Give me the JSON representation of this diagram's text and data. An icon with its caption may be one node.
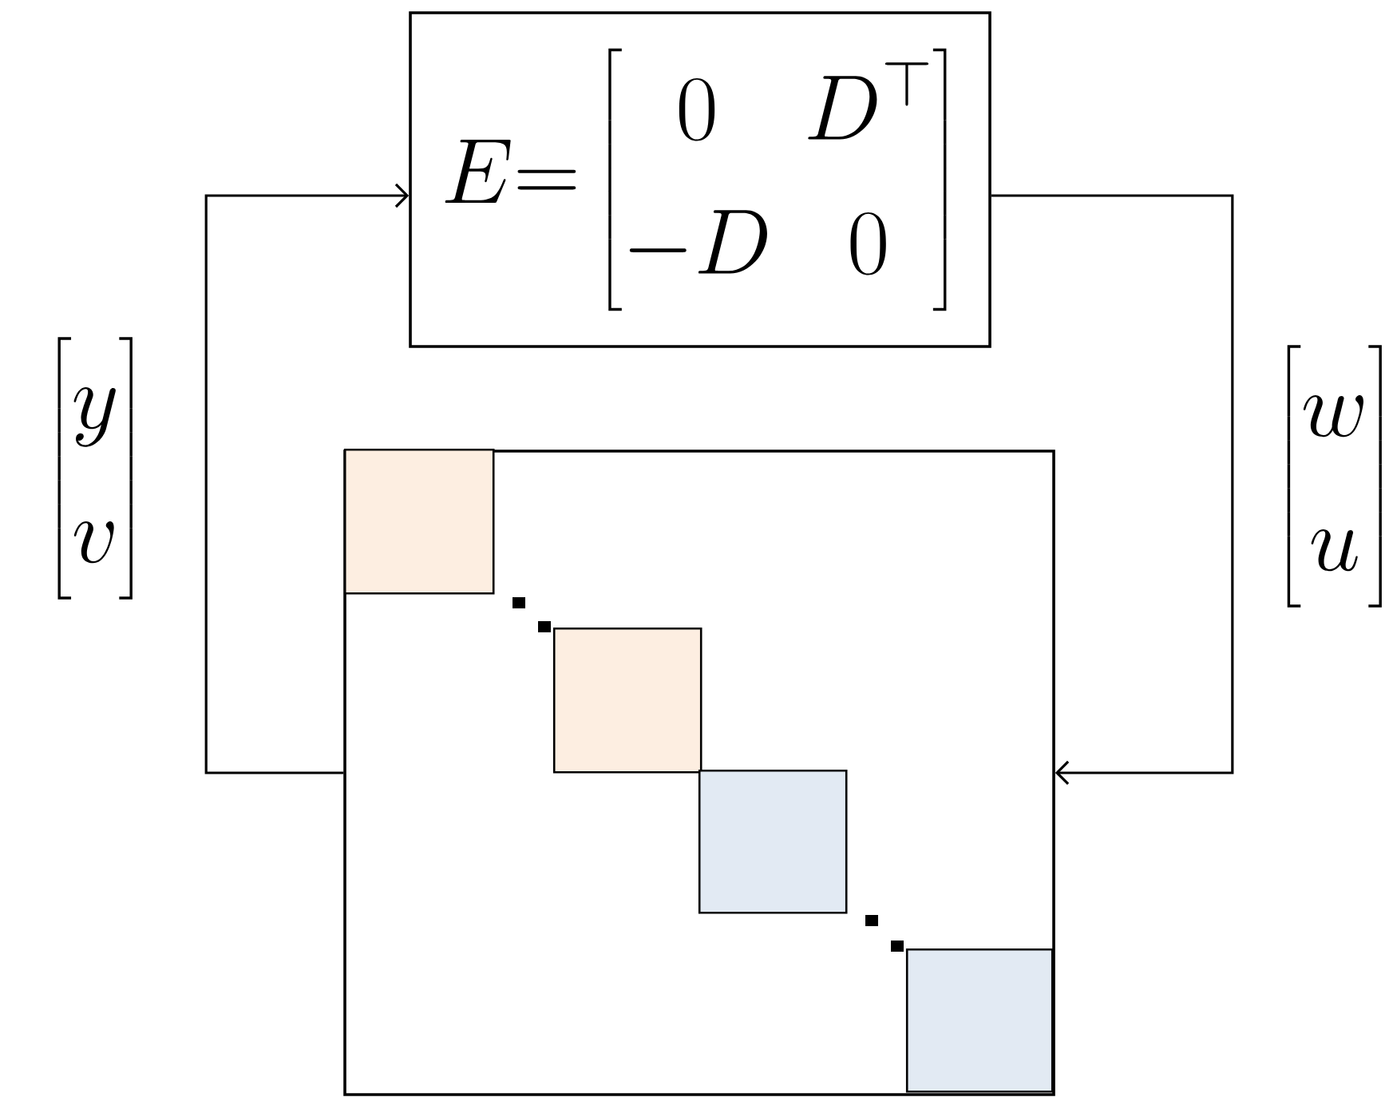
{
  "diagram": {
    "nodes": [
      {
        "text": [
          "E{=}\\begin{bmatrix}0 & D^{\\top}\\\\ -D & 0\\end{bmatrix}"
        ]
      },
      {
        "text": [],
        "shape": "box"
      },
      {
        "text": [],
        "shape": "box",
        "in": 1
      },
      {
        "text": [],
        "shape": "box",
        "in": 1
      },
      {
        "text": [],
        "shape": "box",
        "in": 1
      },
      {
        "text": [],
        "shape": "box",
        "in": 1
      }
    ],
    "edges": [
      {
        "from": 1,
        "to": 0,
        "arrow": "to",
        "label": "\\begin{bmatrix}y\\\\ v\\end{bmatrix}"
      },
      {
        "from": 0,
        "to": 1,
        "arrow": "to",
        "label": "\\begin{bmatrix}w\\\\ u\\end{bmatrix}"
      }
    ]
  }
}
